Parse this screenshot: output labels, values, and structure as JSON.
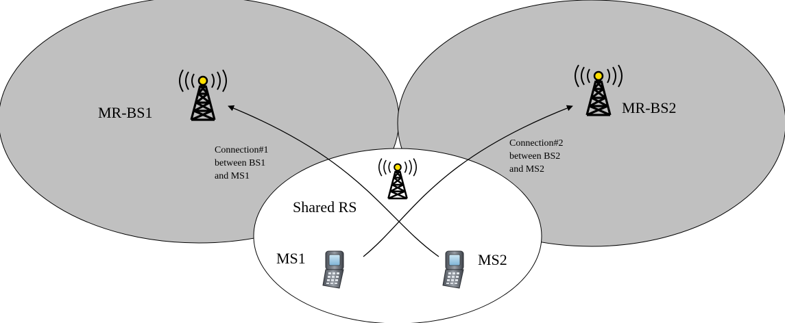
{
  "nodes": {
    "bs1": {
      "label": "MR-BS1",
      "icon": "tower-icon"
    },
    "bs2": {
      "label": "MR-BS2",
      "icon": "tower-icon"
    },
    "rs": {
      "label": "Shared RS",
      "icon": "tower-icon"
    },
    "ms1": {
      "label": "MS1",
      "icon": "phone-icon"
    },
    "ms2": {
      "label": "MS2",
      "icon": "phone-icon"
    }
  },
  "connections": {
    "c1": {
      "lines": [
        "Connection#1",
        "between BS1",
        "and MS1"
      ]
    },
    "c2": {
      "lines": [
        "Connection#2",
        "between BS2",
        "and MS2"
      ]
    }
  },
  "colors": {
    "cell_fill": "#c0c0c0",
    "rs_cell_fill": "#ffffff",
    "stroke": "#000000",
    "tower_light": "#ffe000"
  }
}
